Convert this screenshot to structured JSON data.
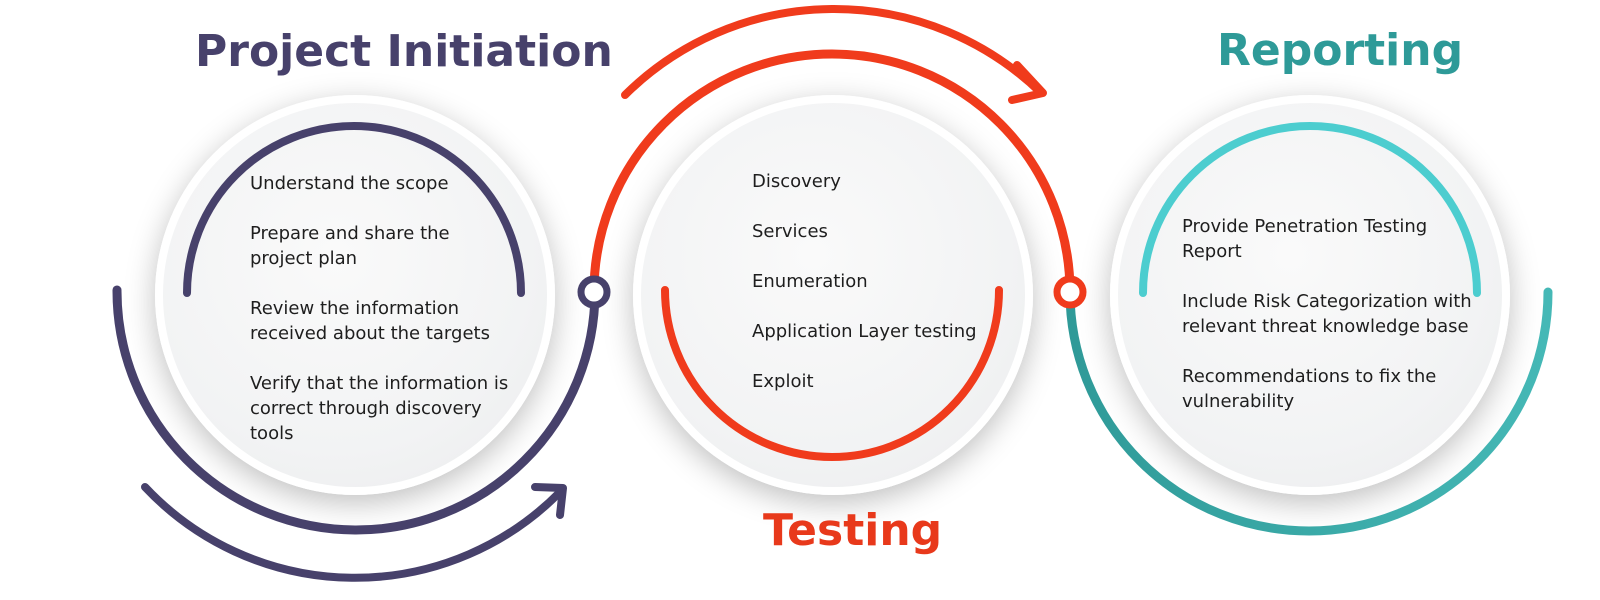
{
  "colors": {
    "initiation": "#47416b",
    "testing": "#f03b1c",
    "reporting_outer": "#35a3a1",
    "reporting_inner": "#4ccdcf"
  },
  "stages": [
    {
      "title": "Project Initiation",
      "items": [
        "Understand the scope",
        "Prepare and share the project plan",
        "Review the information received about the targets",
        "Verify that the information is correct through discovery tools"
      ]
    },
    {
      "title": "Testing",
      "items": [
        "Discovery",
        "Services",
        "Enumeration",
        "Application Layer testing",
        "Exploit"
      ]
    },
    {
      "title": "Reporting",
      "items": [
        "Provide Penetration Testing Report",
        "Include Risk Categorization with relevant threat knowledge base",
        "Recommendations to fix the vulnerability"
      ]
    }
  ]
}
